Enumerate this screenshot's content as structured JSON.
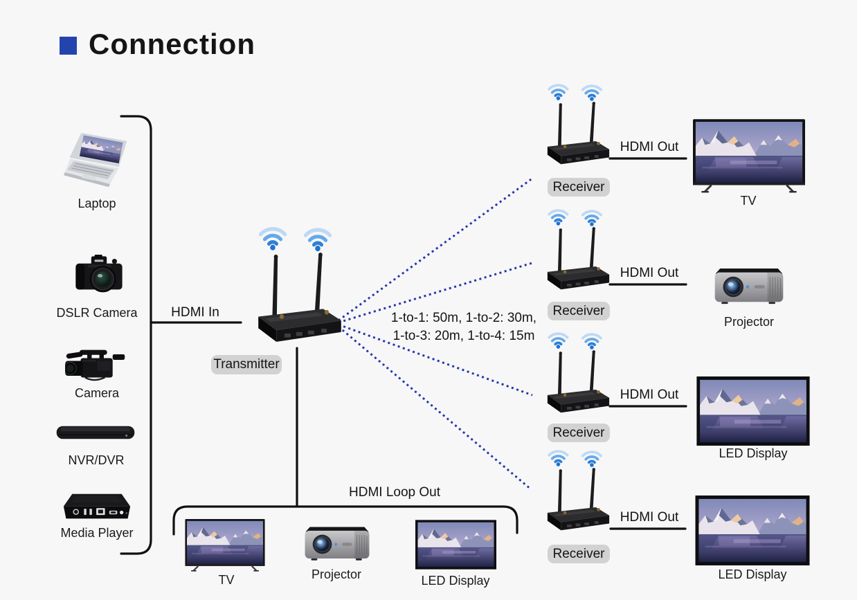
{
  "title": "Connection",
  "colors": {
    "accent_blue": "#2444ad",
    "dotted_line_blue": "#2437ab",
    "wifi_blue": "#1b73d4",
    "badge_gray": "#d2d2d3"
  },
  "sources": [
    {
      "label": "Laptop"
    },
    {
      "label": "DSLR Camera"
    },
    {
      "label": "Camera"
    },
    {
      "label": "NVR/DVR"
    },
    {
      "label": "Media Player"
    }
  ],
  "transmitter": {
    "badge": "Transmitter",
    "input_label": "HDMI In"
  },
  "range_note": {
    "line1": "1-to-1: 50m, 1-to-2: 30m,",
    "line2": "1-to-3: 20m, 1-to-4: 15m"
  },
  "loop_out": {
    "label": "HDMI Loop Out",
    "devices": [
      {
        "label": "TV"
      },
      {
        "label": "Projector"
      },
      {
        "label": "LED Display"
      }
    ]
  },
  "receivers": [
    {
      "badge": "Receiver",
      "output_label": "HDMI Out",
      "display_label": "TV"
    },
    {
      "badge": "Receiver",
      "output_label": "HDMI Out",
      "display_label": "Projector"
    },
    {
      "badge": "Receiver",
      "output_label": "HDMI Out",
      "display_label": "LED Display"
    },
    {
      "badge": "Receiver",
      "output_label": "HDMI Out",
      "display_label": "LED Display"
    }
  ]
}
